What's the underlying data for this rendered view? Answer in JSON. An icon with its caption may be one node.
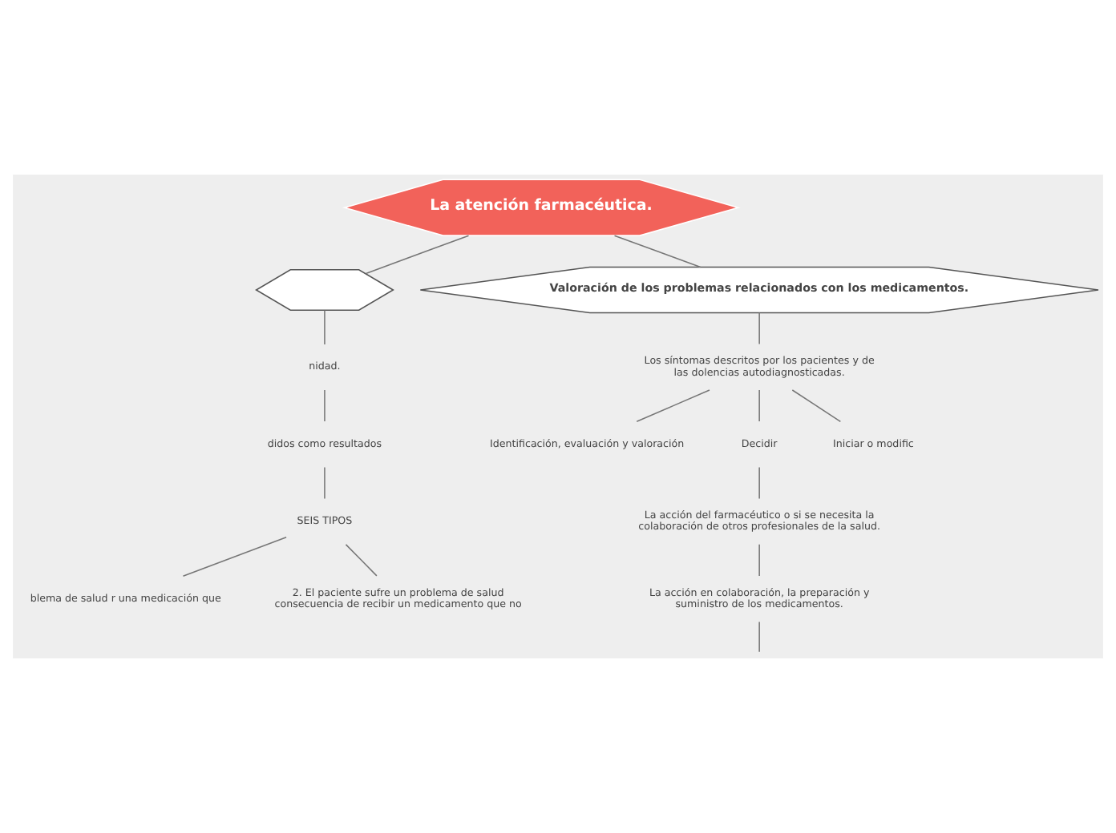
{
  "diagram": {
    "nodes": [
      {
        "text": [
          "La atención farmacéutica."
        ]
      },
      {
        "text": [],
        "shape": "hexagon"
      },
      {
        "text": [
          "nidad."
        ]
      },
      {
        "text": [
          "didos como resultados"
        ]
      },
      {
        "text": [
          "SEIS TIPOS"
        ]
      },
      {
        "text": [
          "blema de salud r una medicación que"
        ]
      },
      {
        "text": [
          "2. El paciente sufre un problema de salud consecuencia de recibir un medicamento que no"
        ]
      },
      {
        "text": [
          "Valoración de los problemas relacionados con los medicamentos."
        ]
      },
      {
        "text": [
          "Los síntomas descritos por los pacientes y de las dolencias autodiagnosticadas."
        ]
      },
      {
        "text": [
          "Identificación, evaluación y valoración"
        ]
      },
      {
        "text": [
          "Decidir"
        ]
      },
      {
        "text": [
          "Iniciar o modific"
        ]
      },
      {
        "text": [
          "La acción del farmacéutico o si se necesita la colaboración de otros profesionales de la salud."
        ]
      },
      {
        "text": [
          "La acción en colaboración, la preparación y suministro de los medicamentos."
        ]
      }
    ],
    "edges": [
      {
        "from": 0,
        "to": 1,
        "arrow": "none"
      },
      {
        "from": 0,
        "to": 7,
        "arrow": "none"
      },
      {
        "from": 1,
        "to": 2,
        "arrow": "none"
      },
      {
        "from": 2,
        "to": 3,
        "arrow": "none"
      },
      {
        "from": 3,
        "to": 4,
        "arrow": "none"
      },
      {
        "from": 4,
        "to": 5,
        "arrow": "none"
      },
      {
        "from": 4,
        "to": 6,
        "arrow": "none"
      },
      {
        "from": 7,
        "to": 8,
        "arrow": "none"
      },
      {
        "from": 8,
        "to": 9,
        "arrow": "none"
      },
      {
        "from": 8,
        "to": 10,
        "arrow": "none"
      },
      {
        "from": 8,
        "to": 11,
        "arrow": "none"
      },
      {
        "from": 10,
        "to": 12,
        "arrow": "none"
      },
      {
        "from": 12,
        "to": 13,
        "arrow": "none"
      },
      {
        "from": 13,
        "to": null,
        "arrow": "none"
      }
    ]
  }
}
